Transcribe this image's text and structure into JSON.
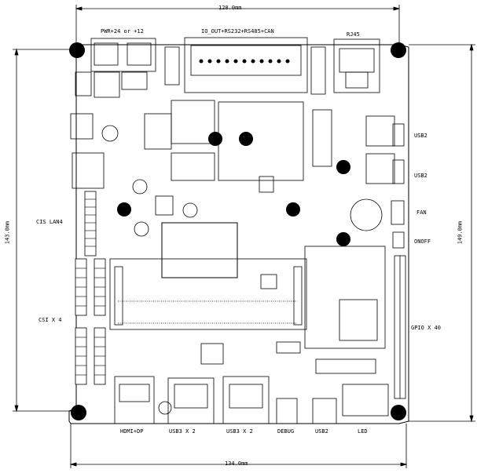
{
  "dimensions": {
    "top_width": "128.0mm",
    "bottom_width": "134.0mm",
    "left_height": "143.0mm",
    "right_height": "149.0mm"
  },
  "top_labels": {
    "power": "PWR+24 or +12",
    "io": "IO_OUT+RS232+RS485+CAN",
    "rj45": "RJ45"
  },
  "left_labels": {
    "cis": "CIS LAN4",
    "csi": "CSI X 4"
  },
  "right_labels": {
    "usb2_top": "USB2",
    "usb2_bottom": "USB2",
    "fan": "FAN",
    "onoff": "ONOFF",
    "gpio": "GPIO X 40"
  },
  "bottom_labels": {
    "hdmi": "HDMI+DP",
    "usb3_a": "USB3 X 2",
    "usb3_b": "USB3 X 2",
    "debug": "DEBUG",
    "usb2": "USB2",
    "led": "LED"
  },
  "colors": {
    "line": "#000000",
    "background": "#ffffff"
  }
}
